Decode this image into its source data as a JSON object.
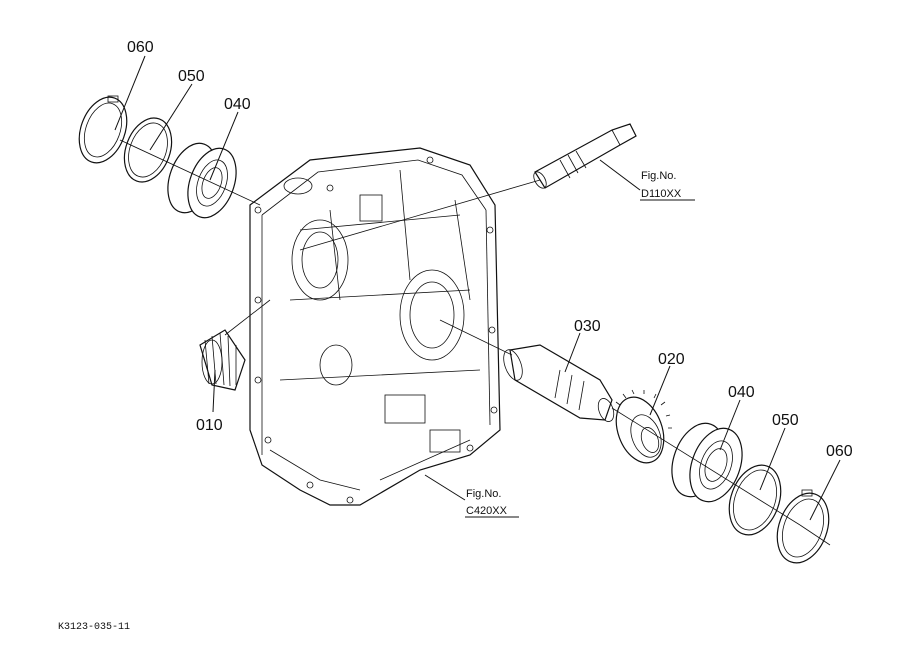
{
  "labels": {
    "p060_left": "060",
    "p050_left": "050",
    "p040_left": "040",
    "p030": "030",
    "p020": "020",
    "p010": "010",
    "p040_right": "040",
    "p050_right": "050",
    "p060_right": "060"
  },
  "refs": {
    "top": {
      "title": "Fig.No.",
      "code": "D110XX"
    },
    "bottom": {
      "title": "Fig.No.",
      "code": "C420XX"
    }
  },
  "drawing_code": "K3123-035-11"
}
